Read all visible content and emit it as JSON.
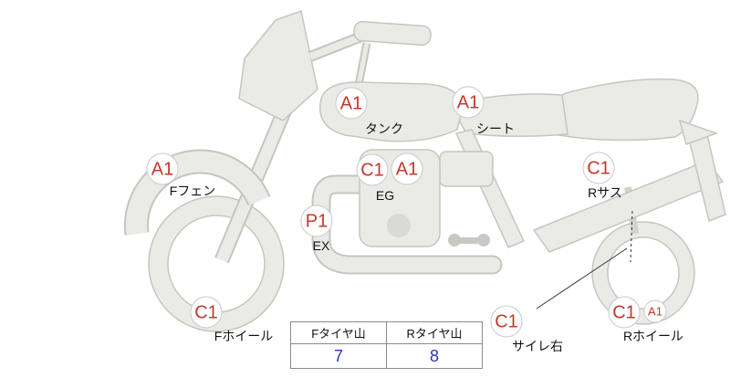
{
  "diagram": {
    "parts": {
      "tank": {
        "grade": "A1",
        "label": "タンク"
      },
      "seat": {
        "grade": "A1",
        "label": "シート"
      },
      "front_fender": {
        "grade": "A1",
        "label": "Fフェン"
      },
      "engine": {
        "grade_primary": "C1",
        "grade_secondary": "A1",
        "label": "EG"
      },
      "exhaust": {
        "grade": "P1",
        "label": "EX"
      },
      "rear_suspension": {
        "grade": "C1",
        "label": "Rサス"
      },
      "front_wheel": {
        "grade": "C1",
        "label": "Fホイール"
      },
      "silencer_right": {
        "grade": "C1",
        "label": "サイレ右"
      },
      "rear_wheel": {
        "grade_primary": "C1",
        "grade_secondary": "A1",
        "label": "Rホイール"
      }
    },
    "tire_table": {
      "front_header": "Fタイヤ山",
      "rear_header": "Rタイヤ山",
      "front_value": "7",
      "rear_value": "8"
    },
    "colors": {
      "grade_text": "#c2392b",
      "tire_value_text": "#2a35c0",
      "body_fill": "#eaeae6",
      "body_outline": "#c6c6c0"
    }
  }
}
